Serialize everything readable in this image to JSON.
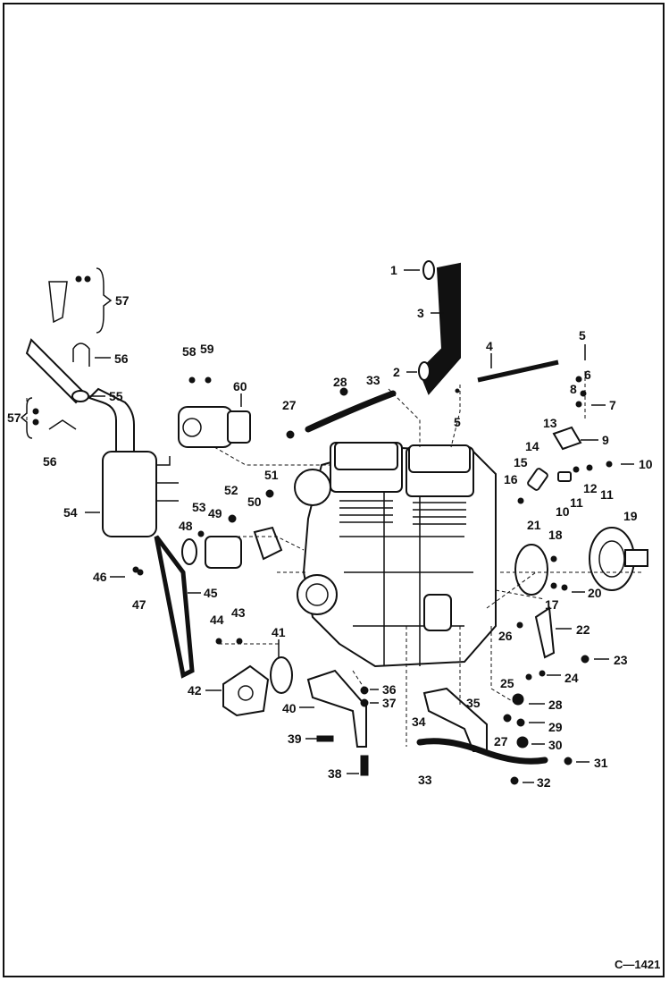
{
  "figure_code": "C—1421",
  "callouts": [
    "1",
    "2",
    "3",
    "4",
    "5",
    "6",
    "7",
    "8",
    "9",
    "10",
    "11",
    "12",
    "13",
    "14",
    "15",
    "16",
    "17",
    "18",
    "19",
    "20",
    "21",
    "22",
    "23",
    "24",
    "25",
    "26",
    "27",
    "28",
    "29",
    "30",
    "31",
    "32",
    "33",
    "34",
    "35",
    "36",
    "37",
    "38",
    "39",
    "40",
    "41",
    "42",
    "43",
    "44",
    "45",
    "46",
    "47",
    "48",
    "49",
    "50",
    "51",
    "52",
    "53",
    "54",
    "55",
    "56",
    "57",
    "58",
    "59",
    "60"
  ],
  "colors": {
    "ink": "#111111",
    "paper": "#ffffff"
  }
}
